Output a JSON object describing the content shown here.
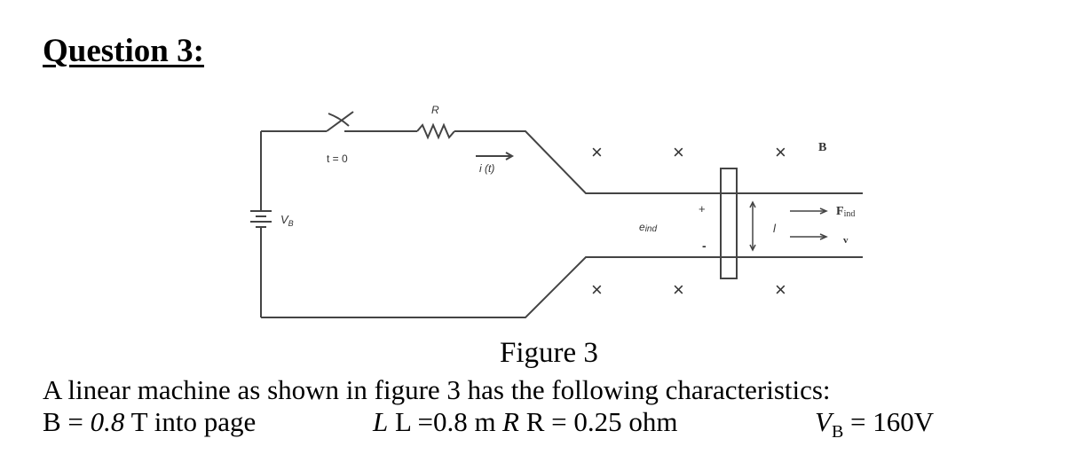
{
  "question": {
    "heading": "Question 3:"
  },
  "figure": {
    "resistor_label": "R",
    "switch_label": "t = 0",
    "current_label": "i (t)",
    "source_label": "V",
    "source_subscript": "B",
    "field_label": "B",
    "emf_label": "e",
    "emf_subscript": "ind",
    "plus_sign": "+",
    "minus_sign": "-",
    "length_label": "l",
    "force_label": "F",
    "force_subscript": "ind",
    "velocity_label": "v",
    "field_symbol": "×",
    "caption": "Figure 3"
  },
  "description": "A linear machine as shown in figure 3 has the following characteristics:",
  "parameters": [
    {
      "label": "B = ",
      "value": "0.8",
      "unit": " T into page"
    },
    {
      "label": "L =",
      "value": "0.8",
      "unit": " m"
    },
    {
      "label": "R = ",
      "value": "0.25",
      "unit": " ohm"
    },
    {
      "symbol": "V",
      "subscript": "B",
      "equals": " = ",
      "value": "160",
      "unit": "V"
    }
  ]
}
